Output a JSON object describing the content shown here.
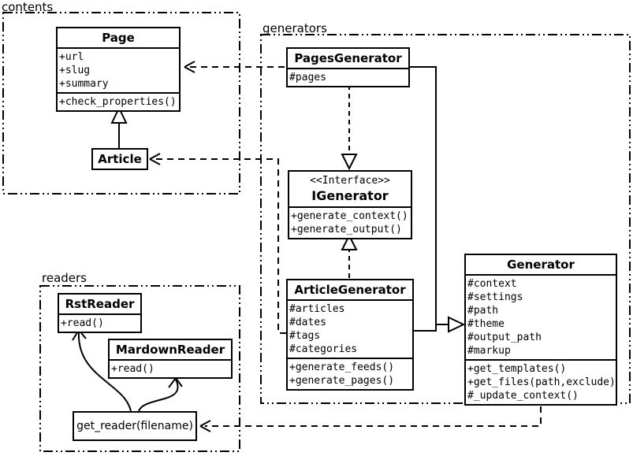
{
  "packages": {
    "contents": {
      "label": "contents"
    },
    "generators": {
      "label": "generators"
    },
    "readers": {
      "label": "readers"
    }
  },
  "classes": {
    "page": {
      "name": "Page",
      "attributes": [
        "+url",
        "+slug",
        "+summary"
      ],
      "methods": [
        "+check_properties()"
      ]
    },
    "article": {
      "name": "Article"
    },
    "pages_generator": {
      "name": "PagesGenerator",
      "attributes": [
        "#pages"
      ]
    },
    "igenerator": {
      "stereotype": "<<Interface>>",
      "name": "IGenerator",
      "methods": [
        "+generate_context()",
        "+generate_output()"
      ]
    },
    "article_generator": {
      "name": "ArticleGenerator",
      "attributes": [
        "#articles",
        "#dates",
        "#tags",
        "#categories"
      ],
      "methods": [
        "+generate_feeds()",
        "+generate_pages()"
      ]
    },
    "generator": {
      "name": "Generator",
      "attributes": [
        "#context",
        "#settings",
        "#path",
        "#theme",
        "#output_path",
        "#markup"
      ],
      "methods": [
        "+get_templates()",
        "+get_files(path,exclude)",
        "#_update_context()"
      ]
    },
    "rst_reader": {
      "name": "RstReader",
      "methods": [
        "+read()"
      ]
    },
    "mardown_reader": {
      "name": "MardownReader",
      "methods": [
        "+read()"
      ]
    },
    "get_reader": {
      "name": "get_reader(filename)"
    }
  },
  "relations": [
    {
      "from": "Article",
      "to": "Page",
      "type": "generalization"
    },
    {
      "from": "PagesGenerator",
      "to": "Page",
      "type": "dependency"
    },
    {
      "from": "ArticleGenerator",
      "to": "Article",
      "type": "dependency"
    },
    {
      "from": "PagesGenerator",
      "to": "IGenerator",
      "type": "realization"
    },
    {
      "from": "ArticleGenerator",
      "to": "IGenerator",
      "type": "realization"
    },
    {
      "from": "PagesGenerator",
      "to": "Generator",
      "type": "generalization"
    },
    {
      "from": "ArticleGenerator",
      "to": "Generator",
      "type": "generalization"
    },
    {
      "from": "Generator",
      "to": "get_reader(filename)",
      "type": "dependency"
    },
    {
      "from": "get_reader(filename)",
      "to": "RstReader",
      "type": "arrow"
    },
    {
      "from": "get_reader(filename)",
      "to": "MardownReader",
      "type": "arrow"
    }
  ],
  "colors": {
    "line": "#000000",
    "background": "#ffffff",
    "box_fill": "#ffffff"
  }
}
